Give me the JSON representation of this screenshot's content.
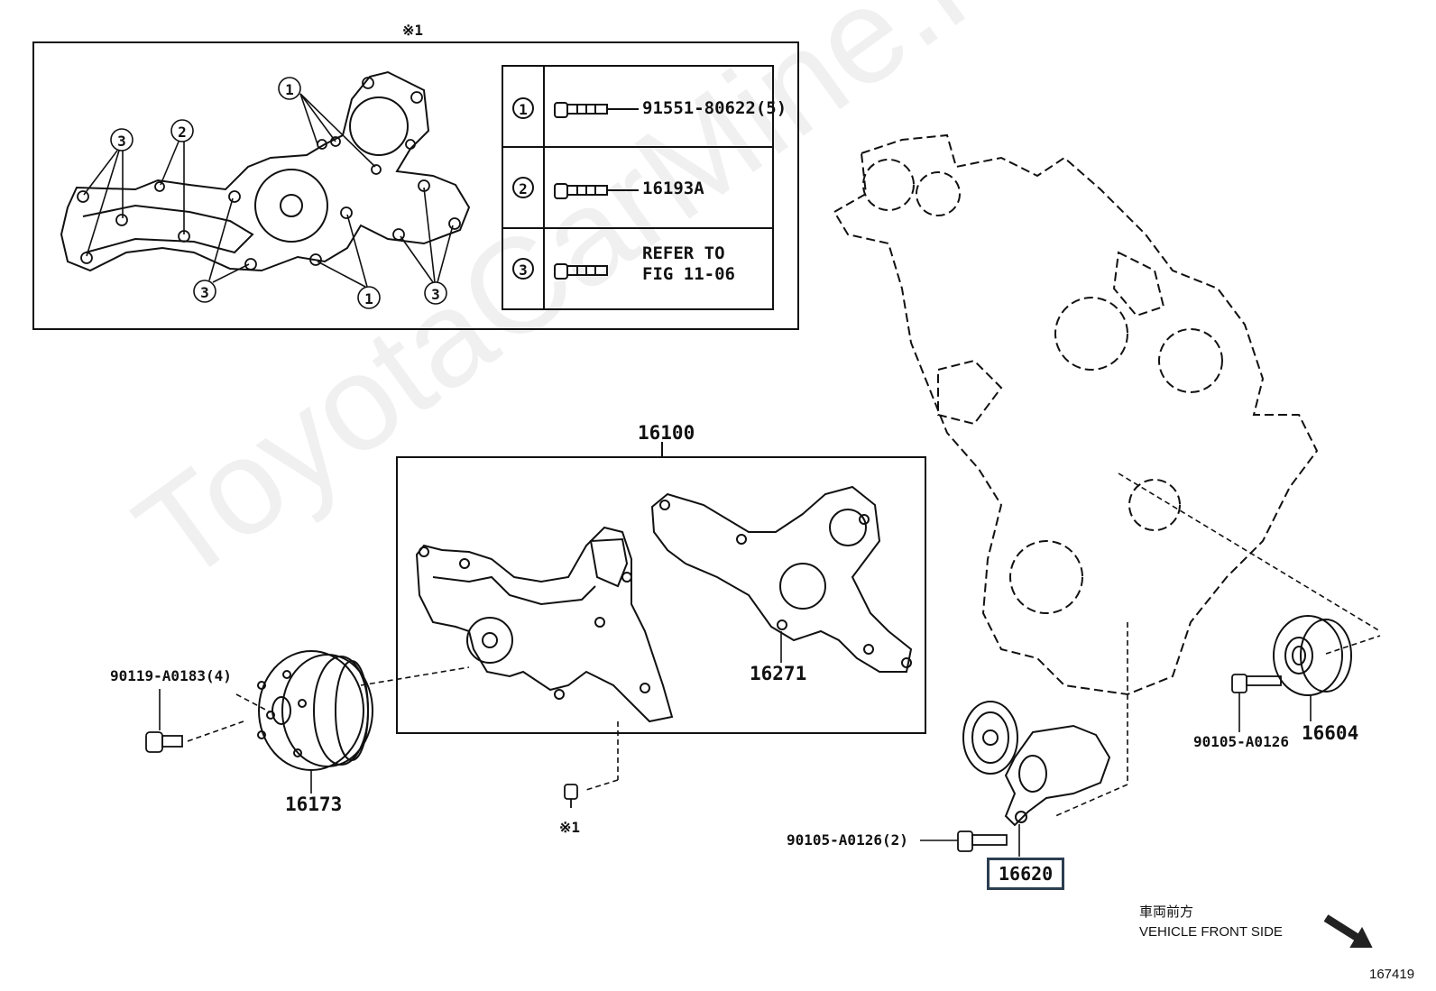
{
  "watermark": "ToyotaCarMine.ru",
  "inset": {
    "ref_mark": "※1",
    "bolt_table": [
      {
        "key": "1",
        "part": "91551-80622(5)"
      },
      {
        "key": "2",
        "part": "16193A"
      },
      {
        "key": "3",
        "part_line1": "REFER TO",
        "part_line2": "FIG 11-06"
      }
    ]
  },
  "parts": {
    "p16100": "16100",
    "p16271": "16271",
    "p16173": "16173",
    "p90119": "90119-A0183(4)",
    "p90105_a": "90105-A0126",
    "p16604": "16604",
    "p90105_b": "90105-A0126(2)",
    "p16620": "16620",
    "ref_mark_bottom": "※1"
  },
  "footer": {
    "direction_jp": "車両前方",
    "direction_en": "VEHICLE FRONT SIDE",
    "figure_id": "167419"
  }
}
